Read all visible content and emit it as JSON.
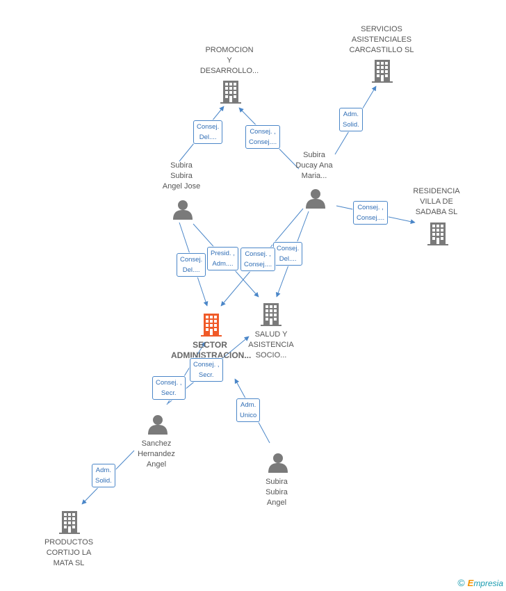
{
  "colors": {
    "edge": "#4a86c8",
    "company": "#7a7a7a",
    "main_company": "#f05a28",
    "person": "#7a7a7a"
  },
  "nodes": {
    "promocion": {
      "lines": [
        "PROMOCION",
        "Y",
        "DESARROLLO..."
      ],
      "icon": "building-icon"
    },
    "servicios": {
      "lines": [
        "SERVICIOS",
        "ASISTENCIALES",
        "CARCASTILLO SL"
      ],
      "icon": "building-icon"
    },
    "residencia": {
      "lines": [
        "RESIDENCIA",
        "VILLA DE",
        "SADABA  SL"
      ],
      "icon": "building-icon"
    },
    "salud": {
      "lines": [
        "SALUD Y",
        "ASISTENCIA",
        "SOCIO..."
      ],
      "icon": "building-icon"
    },
    "sector": {
      "lines": [
        "SECTOR",
        "ADMINISTRACION..."
      ],
      "icon": "building-icon"
    },
    "productos": {
      "lines": [
        "PRODUCTOS",
        "CORTIJO LA",
        "MATA SL"
      ],
      "icon": "building-icon"
    },
    "subira_jose": {
      "lines": [
        "Subira",
        "Subira",
        "Angel Jose"
      ],
      "icon": "person-icon"
    },
    "subira_ducay": {
      "lines": [
        "Subira",
        "Ducay Ana",
        "Maria..."
      ],
      "icon": "person-icon"
    },
    "sanchez": {
      "lines": [
        "Sanchez",
        "Hernandez",
        "Angel"
      ],
      "icon": "person-icon"
    },
    "subira_angel": {
      "lines": [
        "Subira",
        "Subira",
        "Angel"
      ],
      "icon": "person-icon"
    }
  },
  "edges": [
    {
      "id": "jose-promocion",
      "lines": [
        "Consej.",
        "Del...."
      ]
    },
    {
      "id": "ducay-promocion",
      "lines": [
        "Consej. ,",
        "Consej...."
      ]
    },
    {
      "id": "ducay-servicios",
      "lines": [
        "Adm.",
        "Solid."
      ]
    },
    {
      "id": "ducay-residencia",
      "lines": [
        "Consej. ,",
        "Consej...."
      ]
    },
    {
      "id": "jose-salud",
      "lines": [
        "Presid. ,",
        "Adm...."
      ]
    },
    {
      "id": "ducay-salud",
      "lines": [
        "Consej.",
        "Del...."
      ]
    },
    {
      "id": "ducay-sector",
      "lines": [
        "Consej. ,",
        "Consej...."
      ]
    },
    {
      "id": "jose-sector",
      "lines": [
        "Consej.",
        "Del...."
      ]
    },
    {
      "id": "sanchez-salud",
      "lines": [
        "Consej. ,",
        "Secr."
      ]
    },
    {
      "id": "sanchez-sector",
      "lines": [
        "Consej. ,",
        "Secr."
      ]
    },
    {
      "id": "angel-sector",
      "lines": [
        "Adm.",
        "Unico"
      ]
    },
    {
      "id": "sanchez-productos",
      "lines": [
        "Adm.",
        "Solid."
      ]
    }
  ],
  "footer": {
    "copyright": "©",
    "brand_e": "E",
    "brand_rest": "mpresia"
  }
}
